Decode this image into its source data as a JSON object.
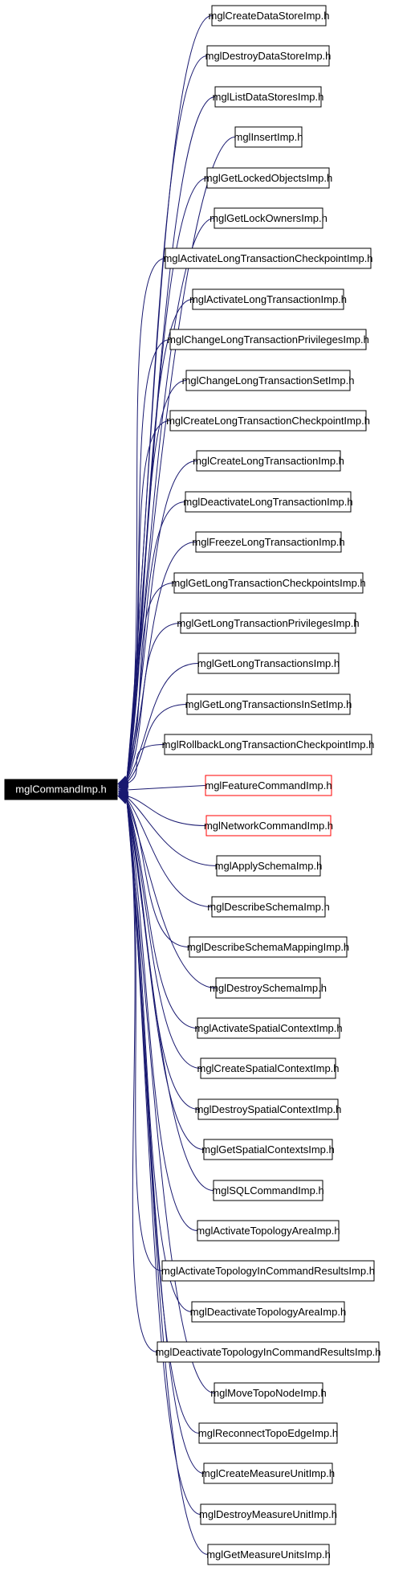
{
  "root": {
    "label": "mglCommandImp.h"
  },
  "nodes": [
    {
      "label": "mglCreateDataStoreImp.h",
      "style": "normal"
    },
    {
      "label": "mglDestroyDataStoreImp.h",
      "style": "normal"
    },
    {
      "label": "mglListDataStoresImp.h",
      "style": "normal"
    },
    {
      "label": "mglInsertImp.h",
      "style": "normal"
    },
    {
      "label": "mglGetLockedObjectsImp.h",
      "style": "normal"
    },
    {
      "label": "mglGetLockOwnersImp.h",
      "style": "normal"
    },
    {
      "label": "mglActivateLongTransactionCheckpointImp.h",
      "style": "normal"
    },
    {
      "label": "mglActivateLongTransactionImp.h",
      "style": "normal"
    },
    {
      "label": "mglChangeLongTransactionPrivilegesImp.h",
      "style": "normal"
    },
    {
      "label": "mglChangeLongTransactionSetImp.h",
      "style": "normal"
    },
    {
      "label": "mglCreateLongTransactionCheckpointImp.h",
      "style": "normal"
    },
    {
      "label": "mglCreateLongTransactionImp.h",
      "style": "normal"
    },
    {
      "label": "mglDeactivateLongTransactionImp.h",
      "style": "normal"
    },
    {
      "label": "mglFreezeLongTransactionImp.h",
      "style": "normal"
    },
    {
      "label": "mglGetLongTransactionCheckpointsImp.h",
      "style": "normal"
    },
    {
      "label": "mglGetLongTransactionPrivilegesImp.h",
      "style": "normal"
    },
    {
      "label": "mglGetLongTransactionsImp.h",
      "style": "normal"
    },
    {
      "label": "mglGetLongTransactionsInSetImp.h",
      "style": "normal"
    },
    {
      "label": "mglRollbackLongTransactionCheckpointImp.h",
      "style": "normal"
    },
    {
      "label": "mglFeatureCommandImp.h",
      "style": "red"
    },
    {
      "label": "mglNetworkCommandImp.h",
      "style": "red"
    },
    {
      "label": "mglApplySchemaImp.h",
      "style": "normal"
    },
    {
      "label": "mglDescribeSchemaImp.h",
      "style": "normal"
    },
    {
      "label": "mglDescribeSchemaMappingImp.h",
      "style": "normal"
    },
    {
      "label": "mglDestroySchemaImp.h",
      "style": "normal"
    },
    {
      "label": "mglActivateSpatialContextImp.h",
      "style": "normal"
    },
    {
      "label": "mglCreateSpatialContextImp.h",
      "style": "normal"
    },
    {
      "label": "mglDestroySpatialContextImp.h",
      "style": "normal"
    },
    {
      "label": "mglGetSpatialContextsImp.h",
      "style": "normal"
    },
    {
      "label": "mglSQLCommandImp.h",
      "style": "normal"
    },
    {
      "label": "mglActivateTopologyAreaImp.h",
      "style": "normal"
    },
    {
      "label": "mglActivateTopologyInCommandResultsImp.h",
      "style": "normal"
    },
    {
      "label": "mglDeactivateTopologyAreaImp.h",
      "style": "normal"
    },
    {
      "label": "mglDeactivateTopologyInCommandResultsImp.h",
      "style": "normal"
    },
    {
      "label": "mglMoveTopoNodeImp.h",
      "style": "normal"
    },
    {
      "label": "mglReconnectTopoEdgeImp.h",
      "style": "normal"
    },
    {
      "label": "mglCreateMeasureUnitImp.h",
      "style": "normal"
    },
    {
      "label": "mglDestroyMeasureUnitImp.h",
      "style": "normal"
    },
    {
      "label": "mglGetMeasureUnitsImp.h",
      "style": "normal"
    }
  ]
}
